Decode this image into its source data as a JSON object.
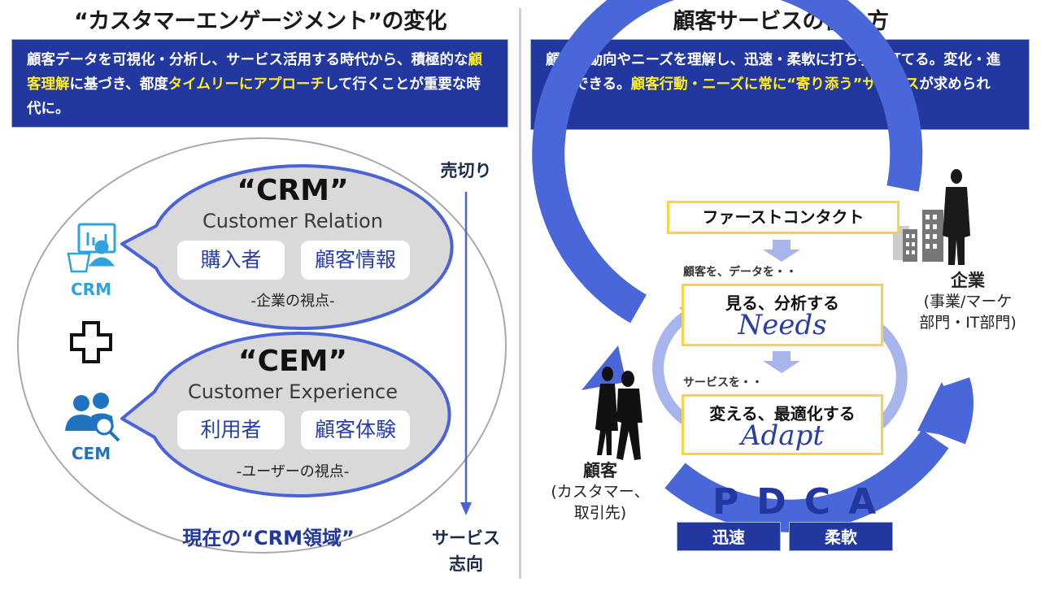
{
  "left_panel": {
    "title": "“カスタマーエンゲージメント”の変化",
    "summary": {
      "segments": [
        {
          "text": "顧客データを可視化・分析し、サービス活用する時代から、積極的な",
          "highlight": false
        },
        {
          "text": "顧客理解",
          "highlight": true
        },
        {
          "text": "に基づき、都度",
          "highlight": false
        },
        {
          "text": "タイムリーにアプローチ",
          "highlight": true
        },
        {
          "text": "して行くことが重要な時代に。",
          "highlight": false
        }
      ]
    },
    "crm_icon_label": "CRM",
    "cem_icon_label": "CEM",
    "plus_icon": "plus-icon",
    "crm_bubble": {
      "title": "“CRM”",
      "subtitle": "Customer Relation",
      "chips": [
        "購入者",
        "顧客情報"
      ],
      "viewpoint": "-企業の視点-"
    },
    "cem_bubble": {
      "title": "“CEM”",
      "subtitle": "Customer Experience",
      "chips": [
        "利用者",
        "顧客体験"
      ],
      "viewpoint": "-ユーザーの視点-"
    },
    "domain_label": "現在の“CRM領域”",
    "axis_top": "売切り",
    "axis_bottom_line1": "サービス",
    "axis_bottom_line2": "志向"
  },
  "right_panel": {
    "title": "顧客サービスの在り方",
    "summary": {
      "segments": [
        {
          "text": "顧客の動向やニーズを理解し、迅速・柔軟に打ち手が打てる。変化・進化ができる。",
          "highlight": false
        },
        {
          "text": "顧客行動・ニーズに常に“寄り添う”サービス",
          "highlight": true
        },
        {
          "text": "が求められる。",
          "highlight": false
        }
      ]
    },
    "first_contact": "ファーストコンタクト",
    "caption_data": "顧客を、データを・・",
    "needs_box": {
      "label": "見る、分析する",
      "script": "Needs"
    },
    "caption_service": "サービスを・・",
    "adapt_box": {
      "label": "変える、最適化する",
      "script": "Adapt"
    },
    "company": {
      "name": "企業",
      "detail_line1": "(事業/マーケ",
      "detail_line2": "部門・IT部門)"
    },
    "customer": {
      "name": "顧客",
      "detail_line1": "(カスタマー、",
      "detail_line2": "取引先)"
    },
    "cycle_label": "PDCA",
    "buttons": [
      "迅速",
      "柔軟"
    ]
  },
  "colors": {
    "navy": "#22379f",
    "highlight_yellow": "#ffee22",
    "cycle_blue": "#4a67d9",
    "inner_arrow": "#a8b5ec",
    "box_border_yellow": "#f6d445",
    "bubble_fill": "#d9d9d9",
    "bubble_stroke": "#4a63d8",
    "crm_icon": "#2ea3dd",
    "cem_icon": "#1f73bf"
  }
}
